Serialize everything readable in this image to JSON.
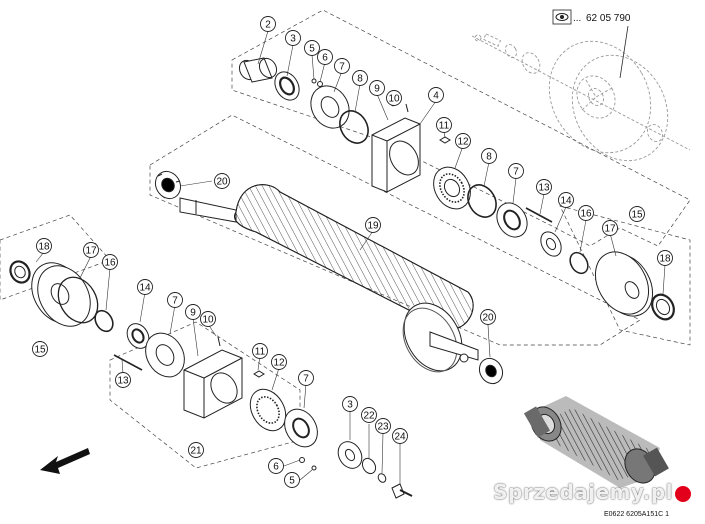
{
  "reference": {
    "prefix": "...",
    "number": "62 05 790"
  },
  "parts": [
    {
      "id": "p2",
      "label": "2"
    },
    {
      "id": "p3a",
      "label": "3"
    },
    {
      "id": "p5a",
      "label": "5"
    },
    {
      "id": "p6a",
      "label": "6"
    },
    {
      "id": "p7a",
      "label": "7"
    },
    {
      "id": "p8a",
      "label": "8"
    },
    {
      "id": "p9a",
      "label": "9"
    },
    {
      "id": "p10a",
      "label": "10"
    },
    {
      "id": "p4",
      "label": "4"
    },
    {
      "id": "p11a",
      "label": "11"
    },
    {
      "id": "p12a",
      "label": "12"
    },
    {
      "id": "p8b",
      "label": "8"
    },
    {
      "id": "p7b",
      "label": "7"
    },
    {
      "id": "p13a",
      "label": "13"
    },
    {
      "id": "p14a",
      "label": "14"
    },
    {
      "id": "p16a",
      "label": "16"
    },
    {
      "id": "p15a",
      "label": "15"
    },
    {
      "id": "p17a",
      "label": "17"
    },
    {
      "id": "p18a",
      "label": "18"
    },
    {
      "id": "p20a",
      "label": "20"
    },
    {
      "id": "p19",
      "label": "19"
    },
    {
      "id": "p20b",
      "label": "20"
    },
    {
      "id": "p18b",
      "label": "18"
    },
    {
      "id": "p17b",
      "label": "17"
    },
    {
      "id": "p16b",
      "label": "16"
    },
    {
      "id": "p14b",
      "label": "14"
    },
    {
      "id": "p7c",
      "label": "7"
    },
    {
      "id": "p9b",
      "label": "9"
    },
    {
      "id": "p10b",
      "label": "10"
    },
    {
      "id": "p15b",
      "label": "15"
    },
    {
      "id": "p13b",
      "label": "13"
    },
    {
      "id": "p11b",
      "label": "11"
    },
    {
      "id": "p12b",
      "label": "12"
    },
    {
      "id": "p7d",
      "label": "7"
    },
    {
      "id": "p21",
      "label": "21"
    },
    {
      "id": "p6b",
      "label": "6"
    },
    {
      "id": "p5b",
      "label": "5"
    },
    {
      "id": "p3b",
      "label": "3"
    },
    {
      "id": "p22",
      "label": "22"
    },
    {
      "id": "p23",
      "label": "23"
    },
    {
      "id": "p24",
      "label": "24"
    }
  ],
  "drawing_code": "E0622 6205A151C 1",
  "watermark": "Sprzedajemy.pl",
  "colors": {
    "line": "#222222",
    "ghost": "#9a9a9a",
    "watermark_dot": "#e2001a"
  }
}
